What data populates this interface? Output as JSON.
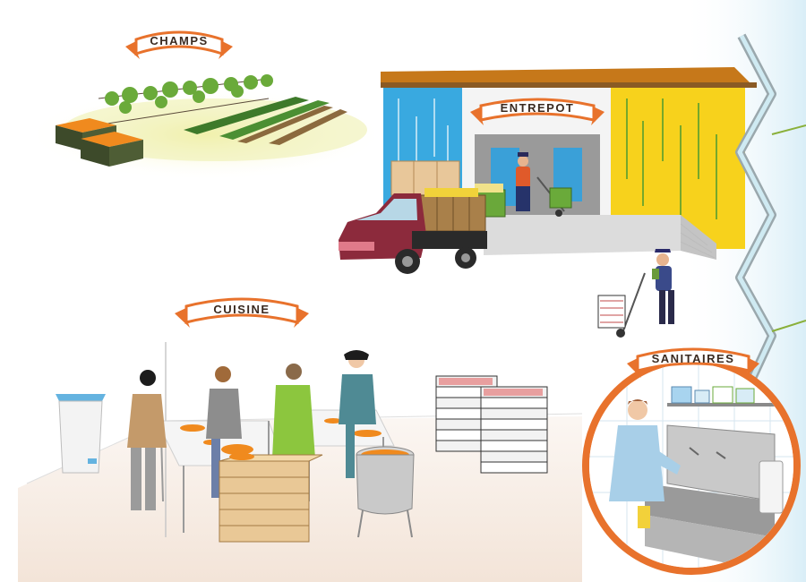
{
  "labels": {
    "champs": "CHAMPS",
    "entrepot": "ENTREPOT",
    "cuisine": "CUISINE",
    "sanitaires": "SANITAIRES"
  },
  "colors": {
    "banner_orange": "#e8722c",
    "warehouse_blue": "#39a9e0",
    "warehouse_yellow": "#f7d21c",
    "truck_red": "#8c2a3c",
    "carrot_orange": "#f08a1e",
    "field_green": "#5b9a2e"
  },
  "icons": [
    "truck-icon",
    "hand-truck-icon",
    "sink-icon",
    "soap-dispenser-icon",
    "cooking-pot-icon",
    "trash-bin-icon",
    "carrot-crate-icon"
  ]
}
